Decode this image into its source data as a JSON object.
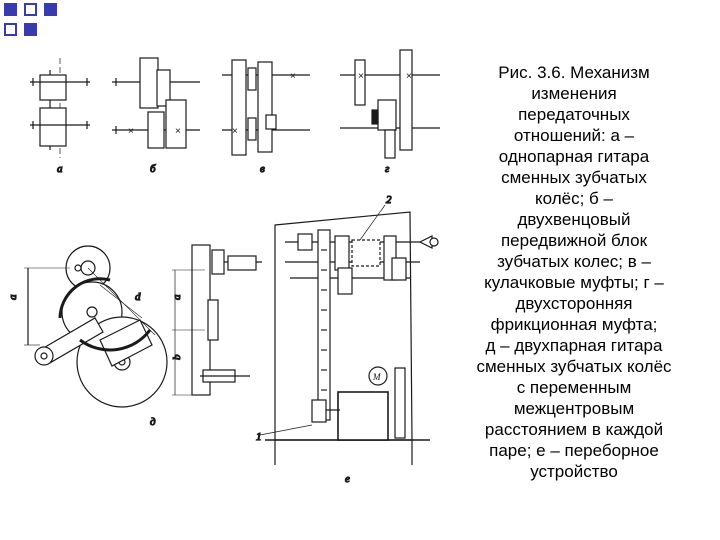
{
  "caption": {
    "lines": [
      "Рис. 3.6. Механизм",
      "изменения",
      "передаточных",
      "отношений:    а –",
      "однопарная гитара",
      "сменных зубчатых",
      "колёс;     б –",
      "двухвенцовый",
      "передвижной блок",
      "зубчатых колес; в –",
      "кулачковые муфты; г –",
      "двухсторонняя",
      "фрикционная муфта;",
      "д – двухпарная гитара",
      "сменных зубчатых колёс",
      "с переменным",
      "межцентровым",
      "расстоянием в каждой",
      "паре;  е – переборное",
      "устройство"
    ]
  },
  "figure": {
    "labels": {
      "a": "а",
      "b": "б",
      "v": "в",
      "g": "г",
      "d": "д",
      "e": "е",
      "m": "М",
      "n1": "1",
      "n2": "2"
    }
  },
  "colors": {
    "accent": "#3a3ab0",
    "ink": "#1a1a1a"
  }
}
